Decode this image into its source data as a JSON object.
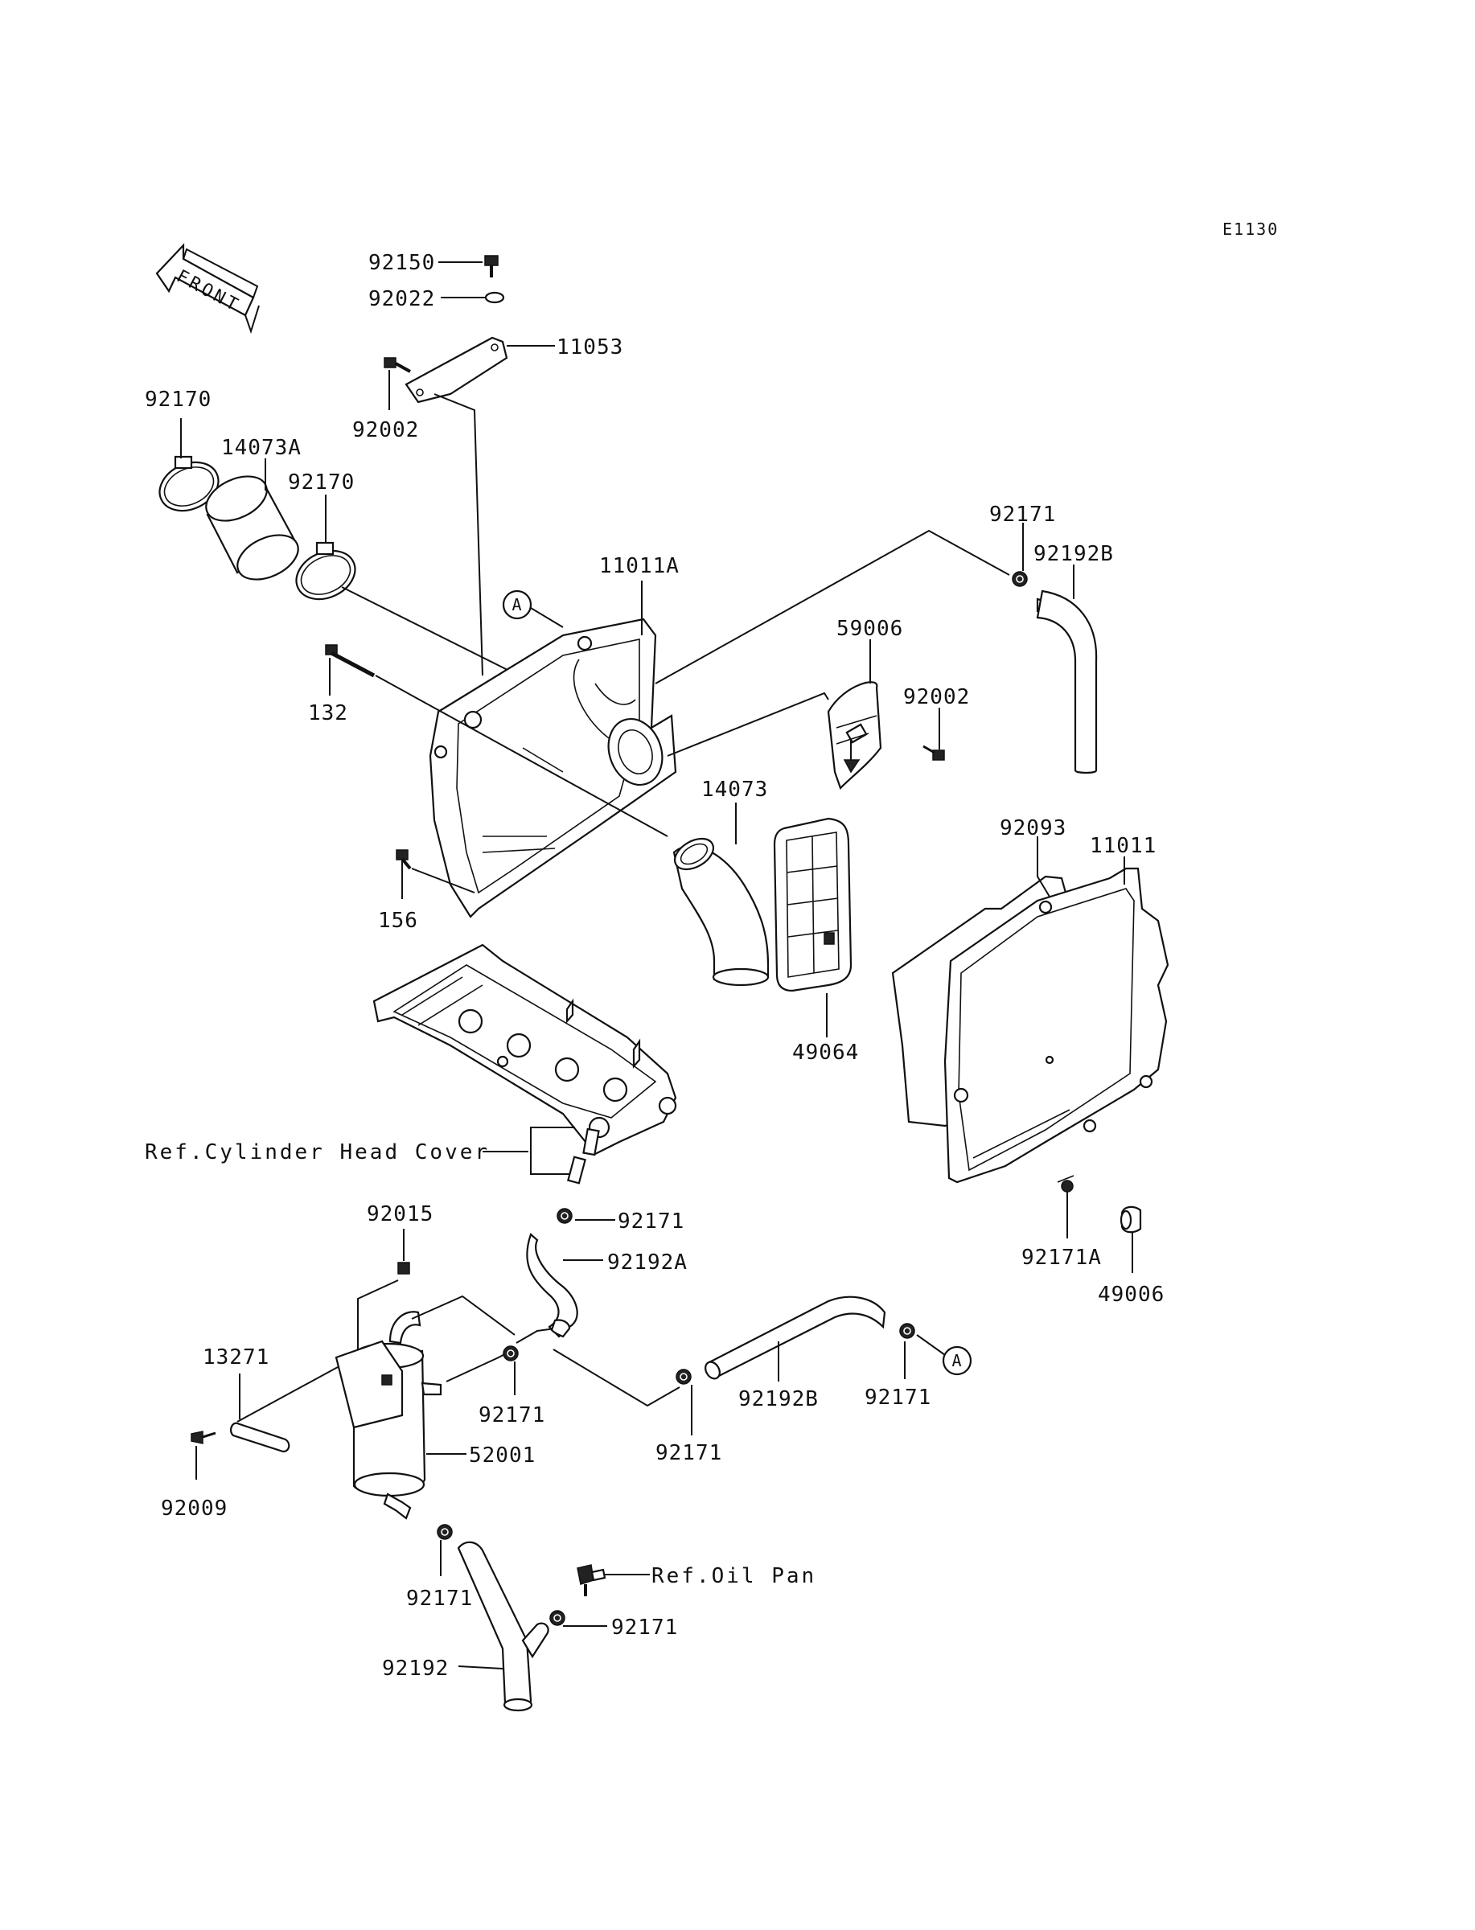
{
  "diagram_code": "E1130",
  "front_label": "FRONT",
  "callout_letter": "A",
  "labels": {
    "p92150": "92150",
    "p92022": "92022",
    "p11053": "11053",
    "p92002_top": "92002",
    "p92170_a": "92170",
    "p14073A": "14073A",
    "p92170_b": "92170",
    "p11011A": "11011A",
    "p132": "132",
    "p156": "156",
    "p92171_top": "92171",
    "p92192B_top": "92192B",
    "p59006": "59006",
    "p92002_right": "92002",
    "p14073": "14073",
    "p92093": "92093",
    "p11011": "11011",
    "p49064": "49064",
    "ref_cylinder_head": "Ref.Cylinder Head Cover",
    "p92171_mid": "92171",
    "p92192A": "92192A",
    "p92015": "92015",
    "p92171A": "92171A",
    "p49006": "49006",
    "p13271": "13271",
    "p92171_tank": "92171",
    "p92192B_low": "92192B",
    "p92171_low_right": "92171",
    "p92171_low_mid": "92171",
    "p52001": "52001",
    "p92009": "92009",
    "ref_oil_pan": "Ref.Oil Pan",
    "p92171_bottom": "92171",
    "p92171_oilpan": "92171",
    "p92192": "92192"
  }
}
